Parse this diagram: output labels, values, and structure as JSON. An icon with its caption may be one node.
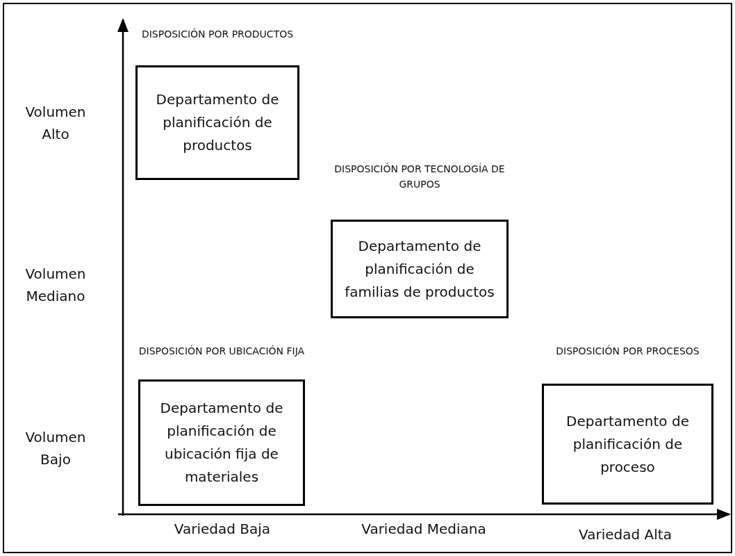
{
  "diagram": {
    "nodes": [
      {
        "text": [
          "DISPOSICIÓN POR PRODUCTOS",
          "Departamento de planificación de productos"
        ]
      },
      {
        "text": [
          "DISPOSICIÓN POR TECNOLOGÍA DE GRUPOS",
          "Departamento de planificación de familias de productos"
        ]
      },
      {
        "text": [
          "DISPOSICIÓN POR UBICACIÓN FIJA",
          "Departamento de planificación de ubicación fija de materiales"
        ]
      },
      {
        "text": [
          "DISPOSICIÓN POR PROCESOS",
          "Departamento de planificación de proceso"
        ]
      }
    ],
    "labels": [
      "Volumen Alto",
      "Volumen Mediano",
      "Volumen Bajo",
      "Variedad Baja",
      "Variedad Mediana",
      "Variedad Alta"
    ]
  }
}
